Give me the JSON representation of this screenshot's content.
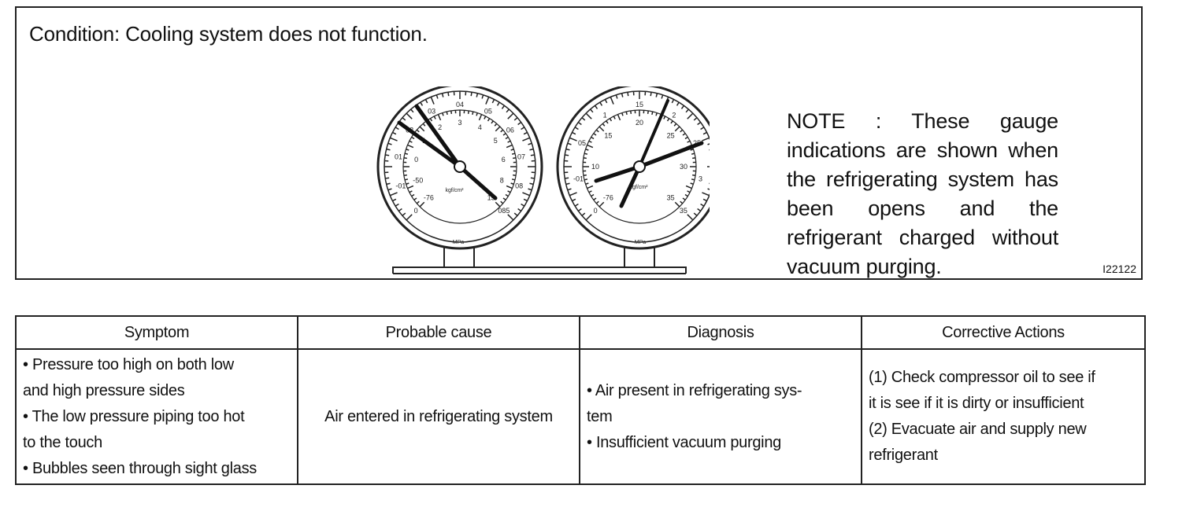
{
  "condition": "Condition: Cooling system does not function.",
  "note": "NOTE : These gauge indications are shown when the refrigerating system has been opens and the refrigerant charged without vacuum purging.",
  "figure_id": "I22122",
  "gauges": {
    "low": {
      "outer_labels": [
        "0",
        "-01",
        "01",
        "02",
        "03",
        "04",
        "05",
        "06",
        "07",
        "08",
        "085"
      ],
      "inner_labels": [
        "-76",
        "-50",
        "0",
        "1",
        "2",
        "3",
        "4",
        "5",
        "6",
        "8",
        "15"
      ],
      "units_inner": "kgf/cm²",
      "units_outer": "MPa"
    },
    "high": {
      "outer_labels": [
        "0",
        "-01",
        "05",
        "1",
        "15",
        "2",
        "25",
        "3",
        "35"
      ],
      "inner_labels": [
        "-76",
        "10",
        "15",
        "20",
        "25",
        "30",
        "35"
      ],
      "units_inner": "kgf/cm²",
      "units_outer": "MPa"
    }
  },
  "table": {
    "headers": [
      "Symptom",
      "Probable cause",
      "Diagnosis",
      "Corrective Actions"
    ],
    "symptom": [
      "• Pressure too high on both low",
      "and high pressure sides",
      "• The low pressure piping too hot",
      "to the touch",
      "• Bubbles seen through sight glass"
    ],
    "cause": "Air entered in refrigerating system",
    "diagnosis": [
      "• Air present in refrigerating sys-",
      "tem",
      "• Insufficient vacuum purging"
    ],
    "actions": [
      "(1) Check compressor oil to see if",
      "it is see if it is dirty or insufficient",
      "(2) Evacuate air and supply new",
      "refrigerant"
    ]
  }
}
